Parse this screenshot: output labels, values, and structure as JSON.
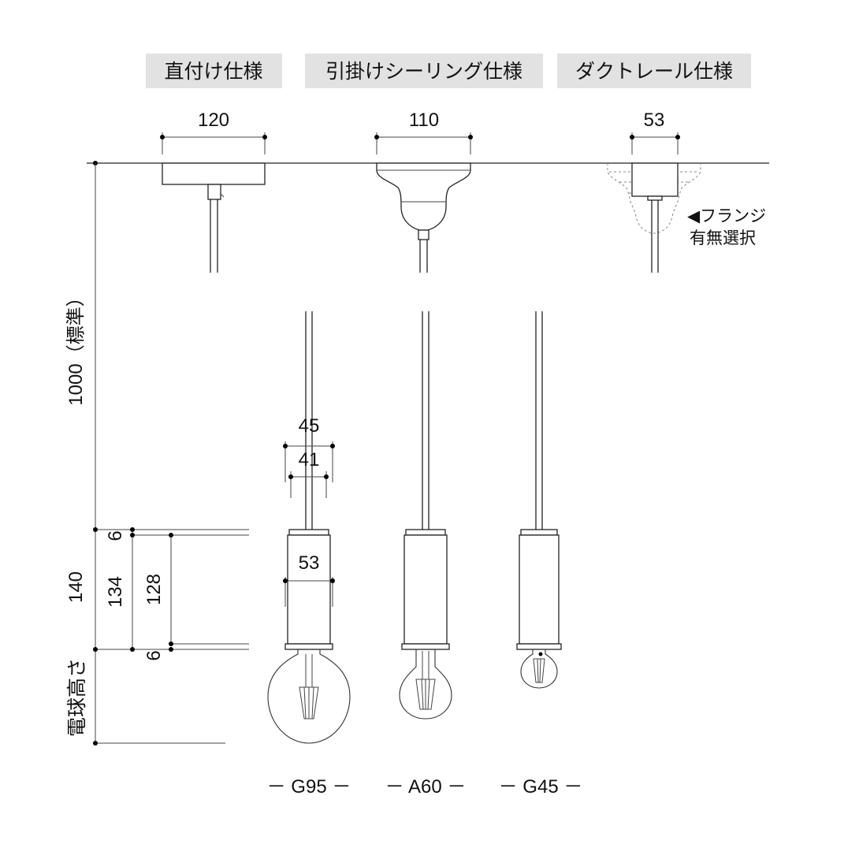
{
  "headers": {
    "direct": "直付け仕様",
    "ceiling": "引掛けシーリング仕様",
    "duct": "ダクトレール仕様"
  },
  "dimensions": {
    "direct_width": "120",
    "ceiling_width": "110",
    "duct_width": "53",
    "cord_length": "1000（標準）",
    "socket_outer": "45",
    "socket_inner": "41",
    "socket_body": "53",
    "total_height": "140",
    "body_height": "134",
    "inner_height": "128",
    "top_gap": "6",
    "bottom_gap": "6",
    "bulb_height": "電球高さ"
  },
  "notes": {
    "flange_line1": "◀フランジ",
    "flange_line2": "有無選択"
  },
  "bulbs": {
    "g95": "－ G95 －",
    "a60": "－ A60 －",
    "g45": "－ G45 －"
  },
  "colors": {
    "header_background": "#e2e2e2",
    "line": "#222222"
  }
}
